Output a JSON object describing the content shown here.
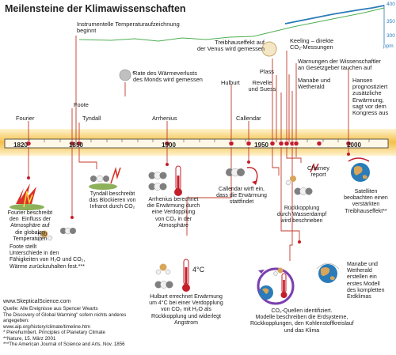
{
  "title": "Meilensteine der Klimawissenschaften",
  "timeline": {
    "ticks": [
      "1820",
      "1850",
      "1900",
      "1950",
      "2000"
    ]
  },
  "co2_axis": {
    "ticks": [
      "400",
      "350",
      "300"
    ],
    "unit": "ppm"
  },
  "labels_top": {
    "temp_record": "Instrumentelle Temperaturaufzeichnung\nbeginnt",
    "venus": "Treibhauseffekt auf\nder Venus wird gemessen",
    "keeling": "Keeling – direkte\nCO₂-Messungen",
    "moon": "Rate des Wärmeverlusts\ndes Monds wird gemessen",
    "moon_star": "*",
    "plass": "Plass",
    "revelle": "Revelle\nund Suess",
    "warnings": "Warnungen der Wissenschaftler\nan Gesetzgeber tauchen auf",
    "manabe_top": "Manabe und\nWetherald",
    "hansen": "Hansen\nprognostiziert\nzusätzliche\nErwärmung,\nsagt vor dem\nKongress aus",
    "foote_top": "Foote",
    "tyndall_top": "Tyndall",
    "arrhenius_top": "Arrhenius",
    "hulburt_top": "Hulburt",
    "callendar_top": "Callendar",
    "fourier_top": "Fourier"
  },
  "labels_bottom": {
    "charney": "Charney\nreport",
    "fourier": "Fourier beschreibt\nden  Einfluss der\nAtmosphäre auf\ndie globalen\nTemperaturen",
    "tyndall": "Tyndall beschreibt\ndas Blockieren von\nInfrarot durch CO₂",
    "arrhenius": "Arrhenius berechnet\ndie Erwärmung durch\neine Verdopplung\nvon CO₂ in der\nAtmosphäre",
    "callendar": "Callendar wirft ein,\ndass die Erwärmung\nstattfindet",
    "feedback": "Rückkopplung\ndurch Wasserdampf\nwird beschrieben",
    "satellites": "Satelliten\nbeobachten einen\nverstärkten\nTreibhauseffekt**",
    "foote": "Foote stellt\nUnterschiede in den\nFähigkeiten von H₂O und CO₂,\nWärme zurückzuhalten fest.***",
    "hulburt": "Hulburt errechnet Erwärmung\num 4°C bei einer Verdopplung\nvon CO₂ mit H₂O als\nRückkopplung und widerlegt\nAngstrom",
    "manabe": "Manabe und\nWetherald\nerstellen ein\nerstes Modell\ndes kompletten\nErdklimas",
    "co2_sources": "CO₂-Quellen identifiziert.\nModelle beschreiben die Erdsysteme,\nRückkopplungen, den Kohlenstoffkreislauf\nund das Klima",
    "four_c": "4°C",
    "h2o": "H₂O"
  },
  "footer": {
    "site": "www.SkepticalScience.com",
    "lines": [
      "Quelle: Alle Ereignisse aus Spencer Wearts",
      "The Discovery of Global Warming\" sofern nichts anderes",
      "angegeben:",
      "     www.aip.org/history/climate/timeline.htm",
      "* Pierehumbert, Principles of Planetary Climate",
      "**Nature, 15. März 2001",
      "***The American Journal of Science and Arts, Nov. 1856"
    ]
  },
  "colors": {
    "band": "#f3c04a",
    "marker": "#c41e2a",
    "line": "#c0392b",
    "co2": "#2a7bb8",
    "temp": "#4caf50"
  }
}
